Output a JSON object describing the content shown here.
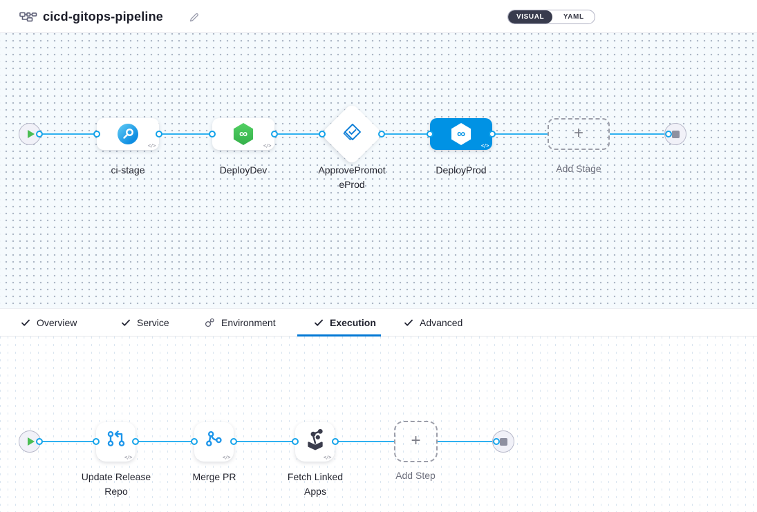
{
  "header": {
    "title": "cicd-gitops-pipeline",
    "toggle": {
      "visual": "VISUAL",
      "yaml": "YAML"
    }
  },
  "stage_pipeline": {
    "stages": [
      {
        "name": "ci-stage",
        "type": "ci"
      },
      {
        "name": "DeployDev",
        "type": "cd"
      },
      {
        "name": "ApprovePromoteProd",
        "type": "approval",
        "line1": "ApprovePromot",
        "line2": "eProd"
      },
      {
        "name": "DeployProd",
        "type": "cd",
        "selected": true
      }
    ],
    "add_stage_label": "Add Stage"
  },
  "tabs": {
    "items": [
      {
        "label": "Overview",
        "icon": "check"
      },
      {
        "label": "Service",
        "icon": "check"
      },
      {
        "label": "Environment",
        "icon": "environment"
      },
      {
        "label": "Execution",
        "icon": "check",
        "active": true
      },
      {
        "label": "Advanced",
        "icon": "check"
      }
    ]
  },
  "execution_pipeline": {
    "steps": [
      {
        "name": "Update Release Repo",
        "line1": "Update Release",
        "line2": "Repo",
        "icon": "git-update"
      },
      {
        "name": "Merge PR",
        "icon": "git-merge"
      },
      {
        "name": "Fetch Linked Apps",
        "line1": "Fetch Linked",
        "line2": "Apps",
        "icon": "fetch-apps"
      }
    ],
    "add_step_label": "Add Step"
  },
  "icons": {
    "plus": "+",
    "code_badge": "</>",
    "infinity": "∞"
  },
  "colors": {
    "connector": "#2fb1f0",
    "port_border": "#14a3ea",
    "selected_stage": "#0092e4",
    "tab_underline": "#0278d5",
    "play_green": "#4bbd53",
    "toggle_dark": "#383b4d",
    "canvas_top_bg": "#f5fafd",
    "cd_green": "#42c154"
  }
}
